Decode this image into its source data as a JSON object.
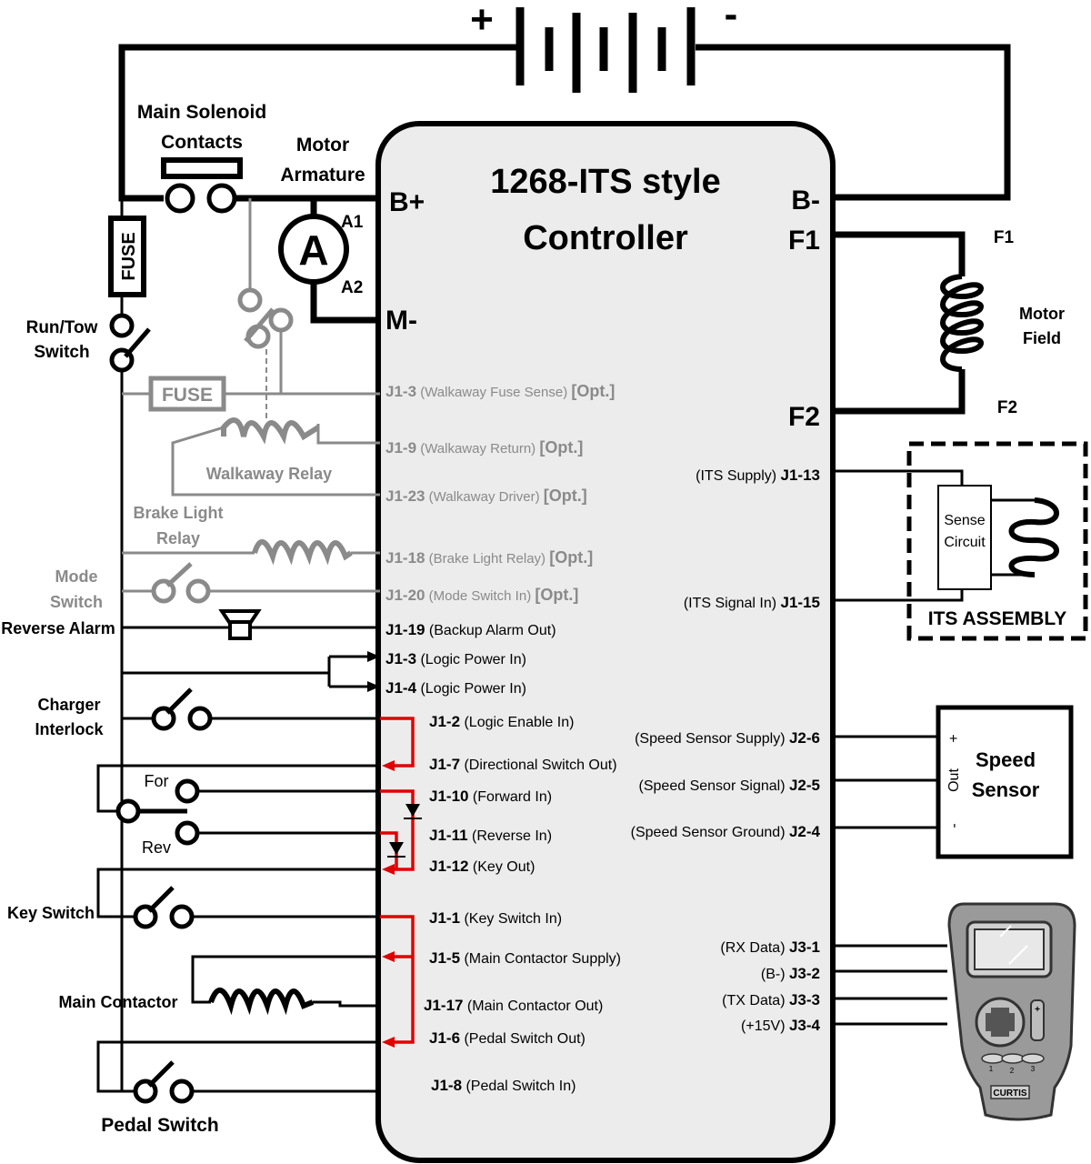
{
  "battery": {
    "plus": "+",
    "minus": "-"
  },
  "controller": {
    "title_line1": "1268-ITS style",
    "title_line2": "Controller",
    "B_plus": "B+",
    "B_minus": "B-",
    "F1": "F1",
    "F2": "F2",
    "M_minus": "M-"
  },
  "left_labels": {
    "main_solenoid_1": "Main Solenoid",
    "main_solenoid_2": "Contacts",
    "motor_armature_1": "Motor",
    "motor_armature_2": "Armature",
    "armature_symbol": "A",
    "a1": "A1",
    "a2": "A2",
    "fuse_main": "FUSE",
    "fuse_walkaway": "FUSE",
    "run_tow_1": "Run/Tow",
    "run_tow_2": "Switch",
    "walkaway_relay": "Walkaway Relay",
    "brake_light_1": "Brake Light",
    "brake_light_2": "Relay",
    "mode_switch_1": "Mode",
    "mode_switch_2": "Switch",
    "reverse_alarm": "Reverse Alarm",
    "charger_1": "Charger",
    "charger_2": "Interlock",
    "for": "For",
    "rev": "Rev",
    "key_switch": "Key Switch",
    "main_contactor": "Main Contactor",
    "pedal_switch": "Pedal Switch"
  },
  "optional_pins": [
    {
      "pin": "J1-3",
      "desc": " (Walkaway Fuse Sense) ",
      "opt": "[Opt.]"
    },
    {
      "pin": "J1-9",
      "desc": " (Walkaway Return) ",
      "opt": "[Opt.]"
    },
    {
      "pin": "J1-23",
      "desc": " (Walkaway Driver) ",
      "opt": "[Opt.]"
    },
    {
      "pin": "J1-18",
      "desc": " (Brake Light Relay) ",
      "opt": "[Opt.]"
    },
    {
      "pin": "J1-20",
      "desc": " (Mode Switch In) ",
      "opt": "[Opt.]"
    }
  ],
  "left_pins": [
    {
      "pin": "J1-19",
      "desc": " (Backup Alarm Out)"
    },
    {
      "pin": "J1-3",
      "desc": " (Logic Power In)"
    },
    {
      "pin": "J1-4",
      "desc": " (Logic Power In)"
    },
    {
      "pin": "J1-2",
      "desc": " (Logic Enable In)"
    },
    {
      "pin": "J1-7",
      "desc": " (Directional Switch Out)"
    },
    {
      "pin": "J1-10",
      "desc": " (Forward In)"
    },
    {
      "pin": "J1-11",
      "desc": " (Reverse In)"
    },
    {
      "pin": "J1-12",
      "desc": " (Key Out)"
    },
    {
      "pin": "J1-1",
      "desc": " (Key Switch In)"
    },
    {
      "pin": "J1-5",
      "desc": " (Main Contactor Supply)"
    },
    {
      "pin": "J1-17",
      "desc": " (Main Contactor Out)"
    },
    {
      "pin": "J1-6",
      "desc": " (Pedal Switch Out)"
    },
    {
      "pin": "J1-8",
      "desc": " (Pedal Switch In)"
    }
  ],
  "right_pins": [
    {
      "desc": "(ITS Supply) ",
      "pin": "J1-13"
    },
    {
      "desc": "(ITS Signal In) ",
      "pin": "J1-15"
    },
    {
      "desc": "(Speed Sensor Supply) ",
      "pin": "J2-6"
    },
    {
      "desc": "(Speed Sensor Signal) ",
      "pin": "J2-5"
    },
    {
      "desc": "(Speed Sensor Ground) ",
      "pin": "J2-4"
    },
    {
      "desc": "(RX Data) ",
      "pin": "J3-1"
    },
    {
      "desc": "(B-) ",
      "pin": "J3-2"
    },
    {
      "desc": "(TX Data) ",
      "pin": "J3-3"
    },
    {
      "desc": "(+15V) ",
      "pin": "J3-4"
    }
  ],
  "right_labels": {
    "f1": "F1",
    "f2": "F2",
    "motor_field_1": "Motor",
    "motor_field_2": "Field",
    "sense_1": "Sense",
    "sense_2": "Circuit",
    "its_assembly": "ITS ASSEMBLY",
    "speed_1": "Speed",
    "speed_2": "Sensor",
    "sensor_plus": "+",
    "sensor_out": "Out",
    "sensor_minus": "-",
    "programmer_keys": [
      "1",
      "2",
      "3"
    ],
    "programmer_brand": "CURTIS"
  }
}
